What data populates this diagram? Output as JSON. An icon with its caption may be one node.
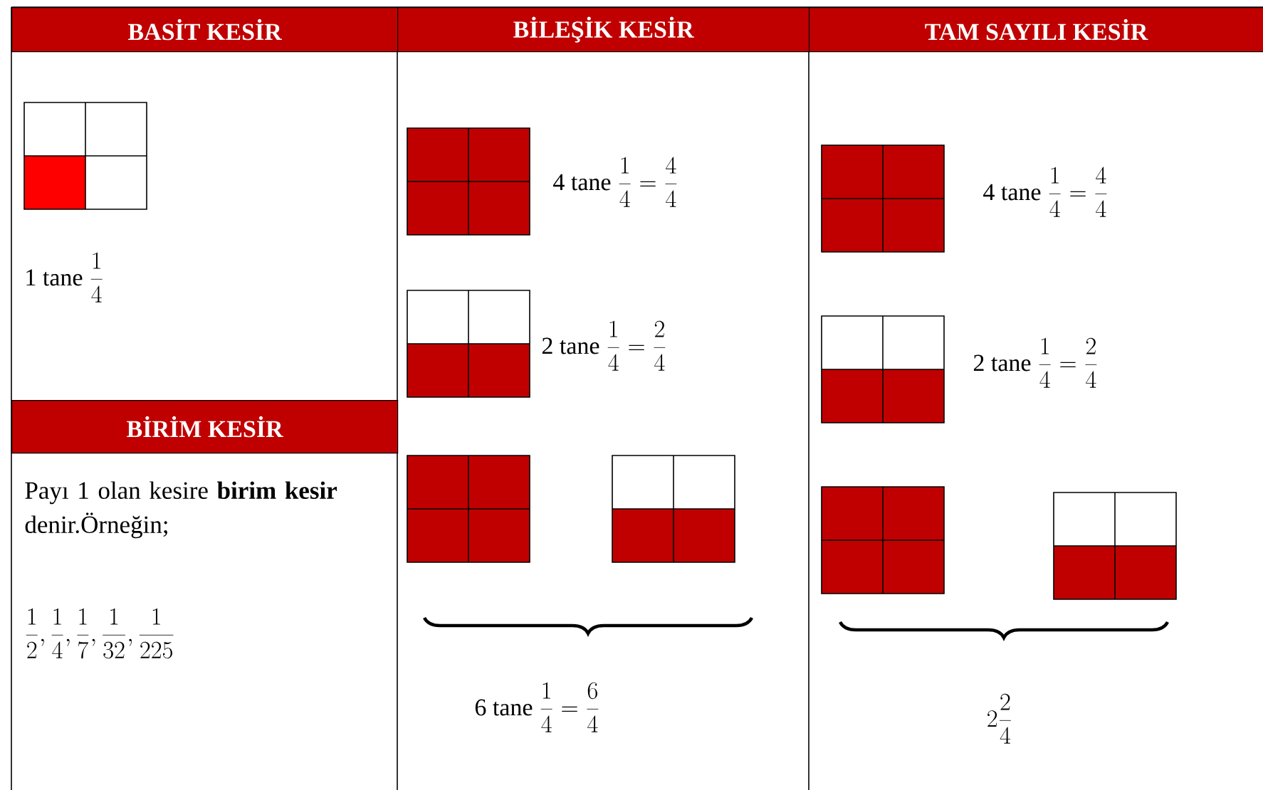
{
  "diagram": {
    "nodes": [
      {
        "text": [
          "BASİT KESİR"
        ]
      },
      {
        "text": [
          "BİLEŞİK KESİR"
        ]
      },
      {
        "text": [
          "TAM SAYILI KESİR"
        ]
      },
      {
        "text": [
          "BİRİM KESİR"
        ]
      }
    ],
    "labels": [
      "1 tane",
      "\\frac{1}{4}",
      "Payı 1 olan kesire **birim kesir** denir.Örneğin;",
      "\\frac{1}{2},\\frac{1}{4},\\frac{1}{7},\\frac{1}{32},\\frac{1}{225}",
      "4 tane",
      "\\frac{1}{4}=\\frac{4}{4}",
      "2 tane",
      "\\frac{1}{4}=\\frac{2}{4}",
      "6 tane",
      "\\frac{1}{4}=\\frac{6}{4}",
      "4 tane",
      "\\frac{1}{4}=\\frac{4}{4}",
      "2 tane",
      "\\frac{1}{4}=\\frac{2}{4}",
      "2\\frac{2}{4}"
    ]
  }
}
